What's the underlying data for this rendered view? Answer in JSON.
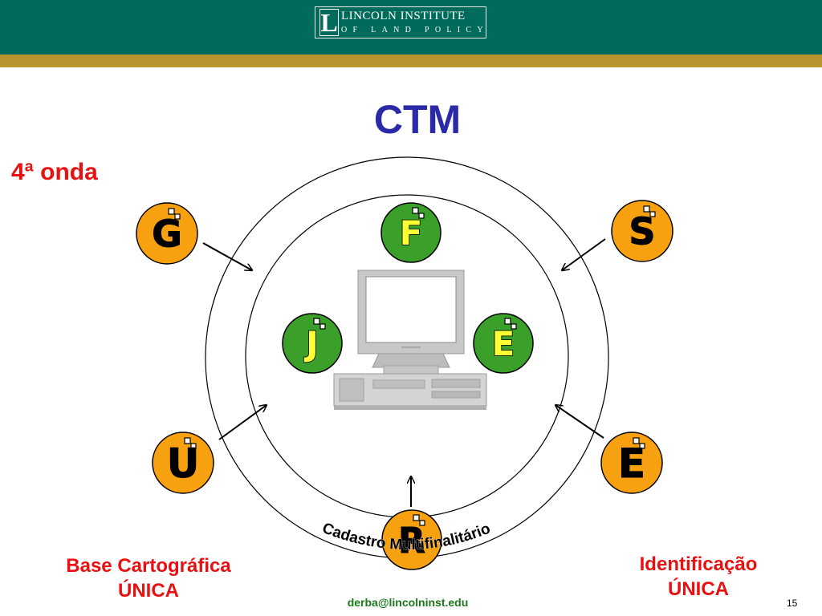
{
  "header": {
    "logo_letter": "L",
    "logo_line1": "LINCOLN INSTITUTE",
    "logo_line2": "OF LAND POLICY"
  },
  "title": "CTM",
  "wave_label": "4ª onda",
  "ring_label": "Cadastro Multifinalitário",
  "badges": [
    {
      "letter": "G",
      "color": "#f7a010"
    },
    {
      "letter": "S",
      "color": "#f7a010"
    },
    {
      "letter": "F",
      "color": "#3aa02a"
    },
    {
      "letter": "J",
      "color": "#3aa02a"
    },
    {
      "letter": "E",
      "color": "#3aa02a"
    },
    {
      "letter": "U",
      "color": "#f7a010"
    },
    {
      "letter": "E",
      "color": "#f7a010"
    },
    {
      "letter": "R",
      "color": "#f7a010"
    }
  ],
  "captions": {
    "left_line1": "Base Cartográfica",
    "left_line2": "ÚNICA",
    "right_line1": "Identificação",
    "right_line2": "ÚNICA"
  },
  "footer": {
    "email": "derba@lincolninst.edu",
    "page_number": "15"
  }
}
